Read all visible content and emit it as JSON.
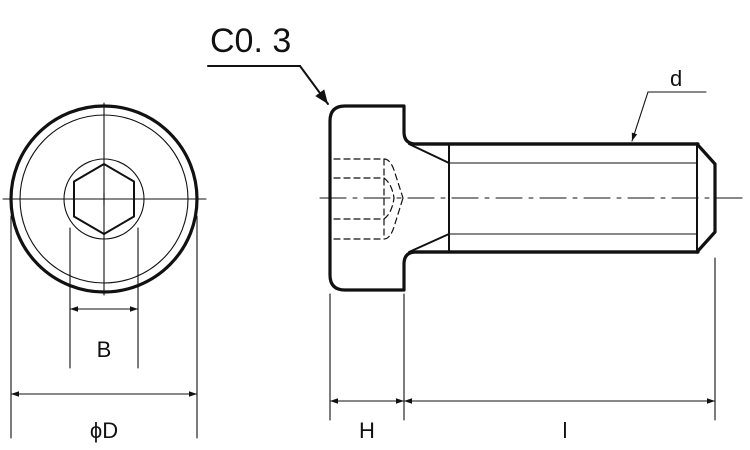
{
  "labels": {
    "chamfer": "C0. 3",
    "thread": "d",
    "hex_width": "B",
    "head_diameter": "ϕD",
    "head_height": "H",
    "length": "l"
  }
}
